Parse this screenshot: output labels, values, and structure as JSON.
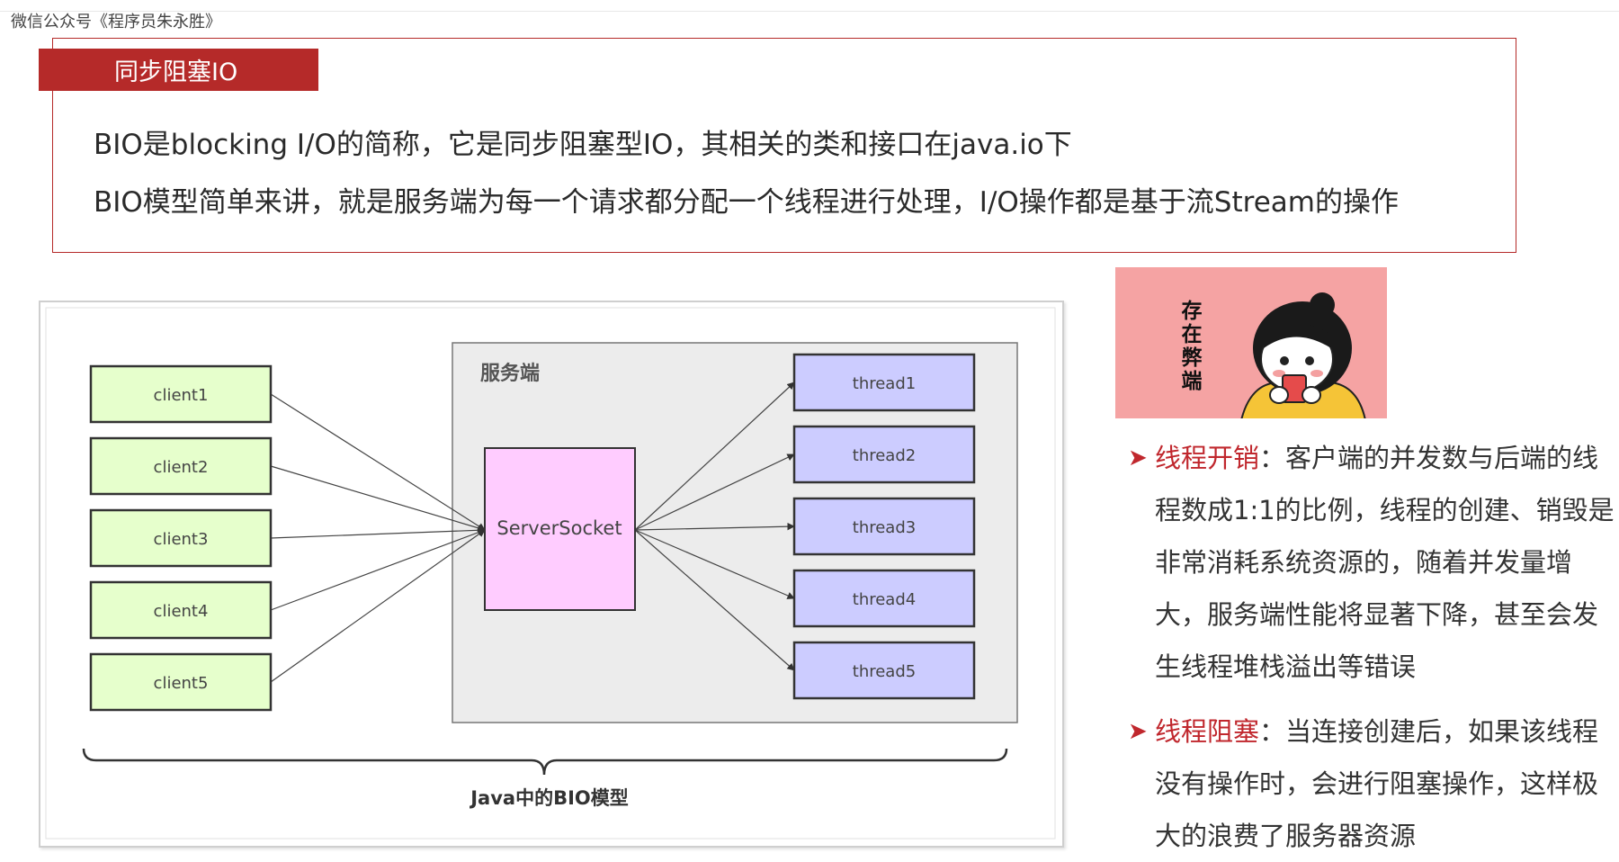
{
  "watermark": "微信公众号《程序员朱永胜》",
  "panel": {
    "tab_label": "同步阻塞IO",
    "lines": [
      "BIO是blocking I/O的简称，它是同步阻塞型IO，其相关的类和接口在java.io下",
      "BIO模型简单来讲，就是服务端为每一个请求都分配一个线程进行处理，I/O操作都是基于流Stream的操作"
    ]
  },
  "diagram": {
    "server_group_label": "服务端",
    "clients": [
      "client1",
      "client2",
      "client3",
      "client4",
      "client5"
    ],
    "server": "ServerSocket",
    "threads": [
      "thread1",
      "thread2",
      "thread3",
      "thread4",
      "thread5"
    ],
    "caption": "Java中的BIO模型",
    "colors": {
      "client_fill": "#e6ffcc",
      "server_fill": "#ffccff",
      "thread_fill": "#ccccff",
      "group_fill": "#ececec"
    }
  },
  "sticker": {
    "text": "存在弊端"
  },
  "bullets": [
    {
      "title": "线程开销",
      "text": "：客户端的并发数与后端的线程数成1:1的比例，线程的创建、销毁是非常消耗系统资源的，随着并发量增大，服务端性能将显著下降，甚至会发生线程堆栈溢出等错误"
    },
    {
      "title": "线程阻塞",
      "text": "：当连接创建后，如果该线程没有操作时，会进行阻塞操作，这样极大的浪费了服务器资源"
    }
  ],
  "accent_color": "#b52a29"
}
